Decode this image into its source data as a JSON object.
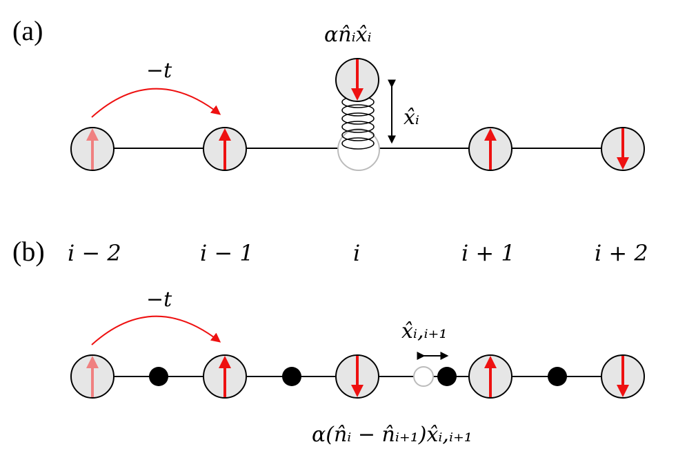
{
  "panels": {
    "a": {
      "label": "(a)"
    },
    "b": {
      "label": "(b)"
    }
  },
  "site_labels": [
    "i − 2",
    "i − 1",
    "i",
    "i + 1",
    "i + 2"
  ],
  "panel_a": {
    "hopping_label": "−t",
    "coupling_label": "αn̂ᵢx̂ᵢ",
    "displacement_label": "x̂ᵢ",
    "spins": [
      "up-faded",
      "up",
      "down-displaced",
      "up",
      "down"
    ]
  },
  "panel_b": {
    "hopping_label": "−t",
    "bond_displacement_label": "x̂ᵢ,ᵢ₊₁",
    "coupling_label": "α(n̂ᵢ − n̂ᵢ₊₁)x̂ᵢ,ᵢ₊₁",
    "spins": [
      "up-faded",
      "up",
      "down",
      "up",
      "down"
    ]
  },
  "colors": {
    "site_fill": "#e6e6e6",
    "spin": "#ee1111",
    "spin_faded": "#f08080",
    "hopping_arrow": "#ee1111",
    "ghost": "#bbbbbb"
  }
}
